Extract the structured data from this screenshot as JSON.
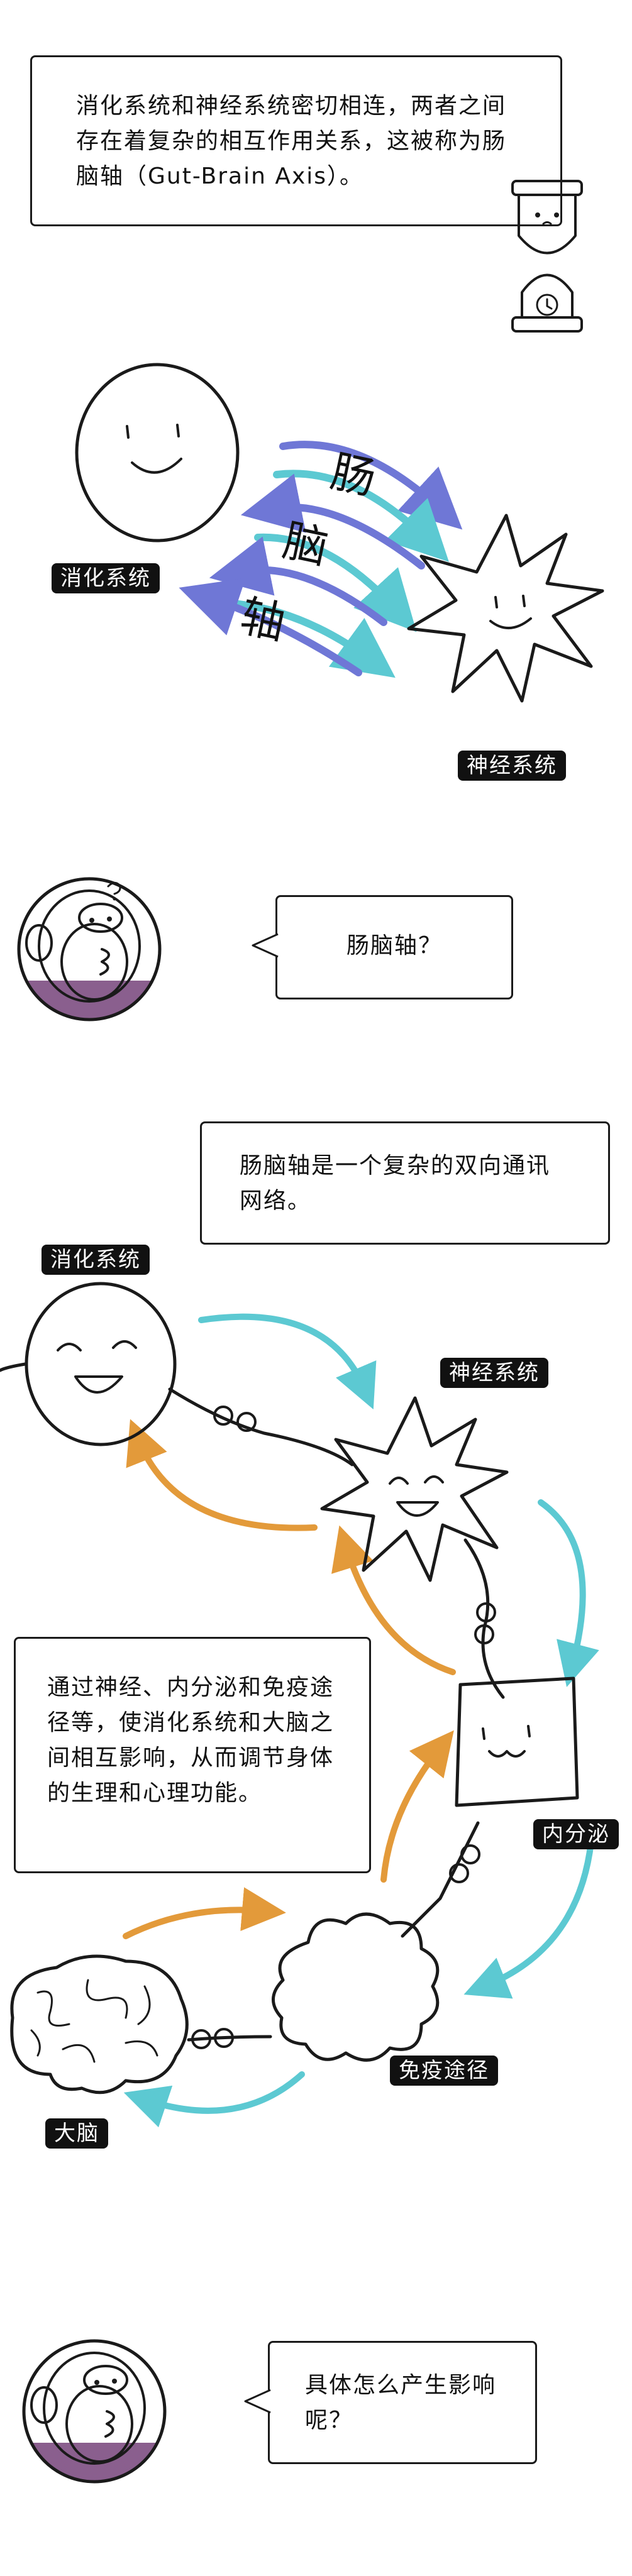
{
  "intro": {
    "text": "消化系统和神经系统密切相连，两者之间存在着复杂的相互作用关系，这被称为肠脑轴（Gut-Brain Axis）。"
  },
  "axis_diagram": {
    "digestive_label": "消化系统",
    "nervous_label": "神经系统",
    "axis_chars": [
      "肠",
      "脑",
      "轴"
    ]
  },
  "question1": {
    "text": "肠脑轴？"
  },
  "network": {
    "title_text": "肠脑轴是一个复杂的双向通讯网络。",
    "digestive_label": "消化系统",
    "nervous_label": "神经系统",
    "endocrine_label": "内分泌",
    "immune_label": "免疫途径",
    "brain_label": "大脑",
    "explanation": "通过神经、内分泌和免疫途径等，使消化系统和大脑之间相互影响，从而调节身体的生理和心理功能。"
  },
  "question2": {
    "text": "具体怎么产生影响呢？"
  },
  "colors": {
    "cyan_blob": "#7fdde3",
    "lavender_star": "#b7b7fb",
    "pink_square": "#f9b3c0",
    "orange_cloud": "#fccd92",
    "brain_pink": "#f8c0c8",
    "arrow_cyan": "#5cc9d2",
    "arrow_blue": "#6f77d6",
    "arrow_orange": "#e39a3a",
    "monkey_blue": "#4a84b5",
    "monkey_tan": "#f0b07a",
    "monkey_purple": "#8a5f8e"
  }
}
